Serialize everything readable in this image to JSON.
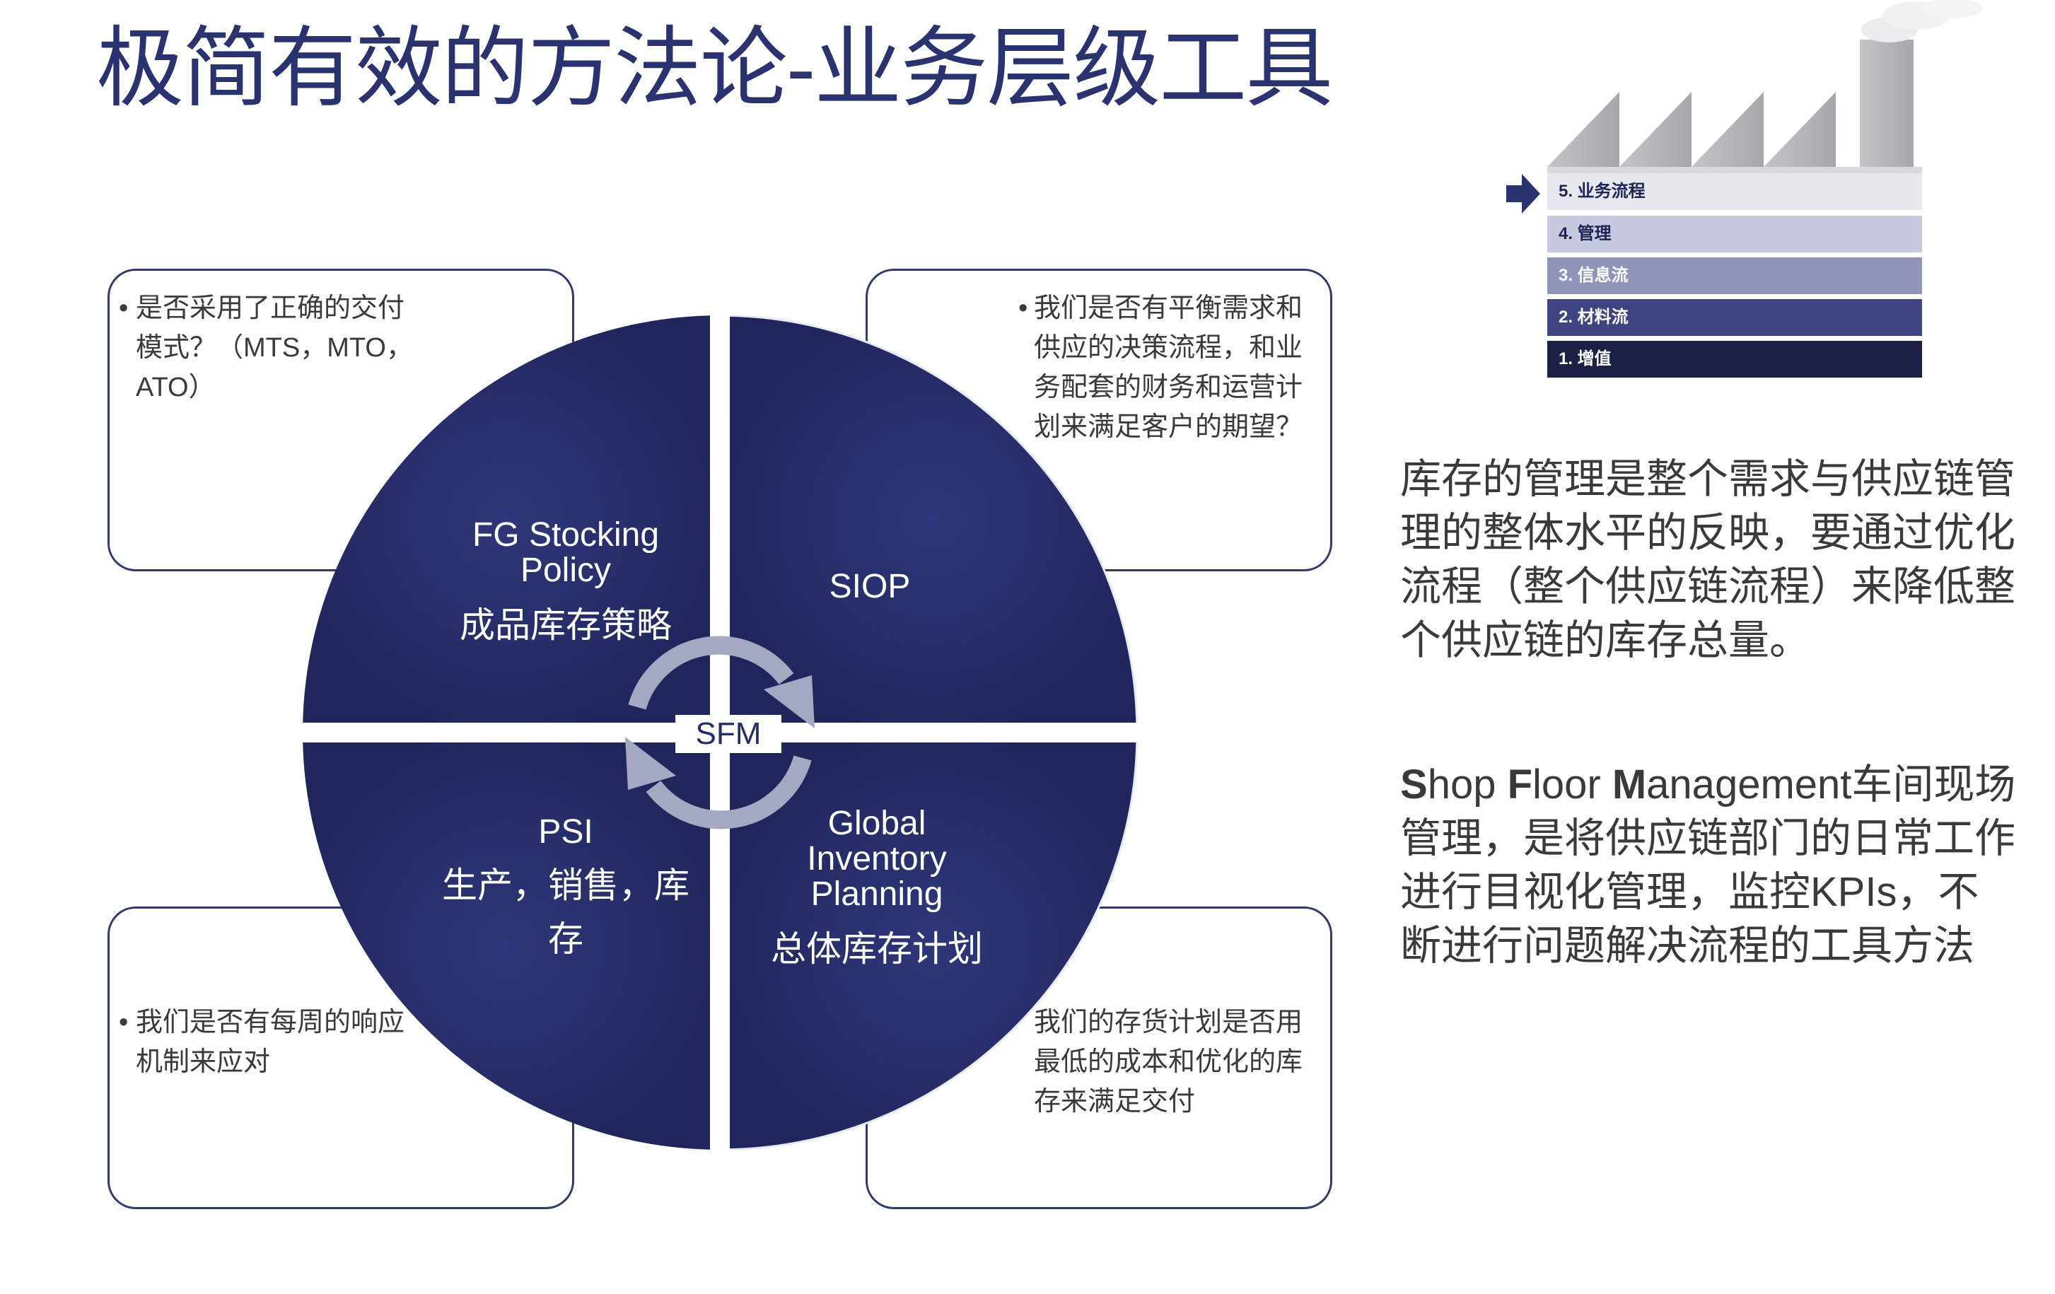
{
  "title": "极简有效的方法论-业务层级工具",
  "notes": {
    "top_left": {
      "bullet": "•",
      "lines": [
        "是否采用了正确的交付",
        "模式？（MTS，MTO，",
        "ATO）"
      ]
    },
    "top_right": {
      "bullet": "•",
      "lines": [
        "我们是否有平衡需求和",
        "供应的决策流程，和业",
        "务配套的财务和运营计",
        "划来满足客户的期望？"
      ]
    },
    "bottom_left": {
      "bullet": "•",
      "lines": [
        "我们是否有每周的响应",
        "机制来应对"
      ]
    },
    "bottom_right": {
      "bullet": "",
      "lines": [
        "我们的存货计划是否用",
        "最低的成本和优化的库",
        "存来满足交付"
      ]
    }
  },
  "quadrants": {
    "top_left": {
      "en": [
        "FG Stocking",
        "Policy"
      ],
      "cn": [
        "成品库存策略"
      ]
    },
    "top_right": {
      "en": [
        "SIOP"
      ],
      "cn": []
    },
    "bottom_left": {
      "en": [
        "PSI"
      ],
      "cn": [
        "生产，销售，库",
        "存"
      ]
    },
    "bottom_right": {
      "en": [
        "Global",
        "Inventory",
        "Planning"
      ],
      "cn": [
        "总体库存计划"
      ]
    }
  },
  "center_label": "SFM",
  "right_text": {
    "para1": [
      "库存的管理是整个需求与供应链管",
      "理的整体水平的反映，要通过优化",
      "流程（整个供应链流程）来降低整",
      "个供应链的库存总量。"
    ],
    "para2": {
      "line1": [
        {
          "text": "S",
          "bold": true
        },
        {
          "text": "hop ",
          "bold": false
        },
        {
          "text": "F",
          "bold": true
        },
        {
          "text": "loor ",
          "bold": false
        },
        {
          "text": "M",
          "bold": true
        },
        {
          "text": "anagement车间现场",
          "bold": false
        }
      ],
      "rest": [
        "管理，是将供应链部门的日常工作",
        "进行目视化管理，监控KPIs，不",
        "断进行问题解决流程的工具方法"
      ]
    }
  },
  "factory": {
    "levels": [
      {
        "label": "5. 业务流程",
        "color": "#e6e8ee",
        "text_color": "#1e2454"
      },
      {
        "label": "4. 管理",
        "color": "#c6c9e0",
        "text_color": "#1e2454"
      },
      {
        "label": "3. 信息流",
        "color": "#8f94b8",
        "text_color": "#ffffff"
      },
      {
        "label": "2. 材料流",
        "color": "#3d4480",
        "text_color": "#ffffff"
      },
      {
        "label": "1. 增值",
        "color": "#1c2046",
        "text_color": "#ffffff"
      }
    ],
    "pointer": "arrow-right-icon"
  },
  "colors": {
    "navy": "#262d68",
    "title": "#2a3270",
    "text": "#3a3a3a",
    "cycle": "#a5a8c2"
  }
}
